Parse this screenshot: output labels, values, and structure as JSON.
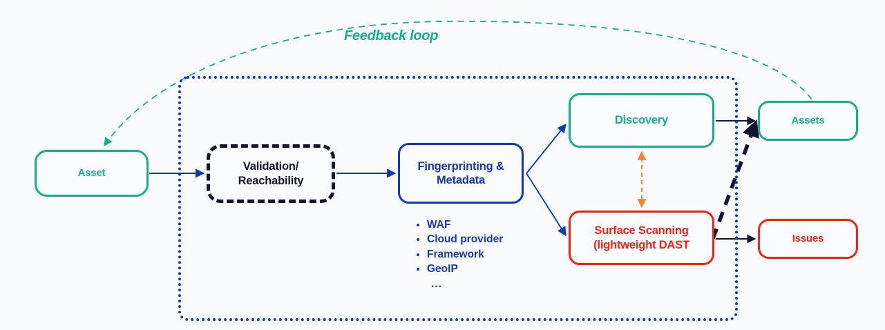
{
  "diagram": {
    "title": "Feedback loop",
    "background_color": "#f8fafc",
    "colors": {
      "green": "#14b08a",
      "blue": "#1339b5",
      "red": "#fc1f13",
      "navy": "#141432",
      "orange": "#f5843c",
      "black": "#141432"
    },
    "feedback_label": "Feedback loop",
    "nodes": {
      "asset": {
        "label": "Asset",
        "color": "#14b08a",
        "style": "solid"
      },
      "validation": {
        "label": "Validation/\nReachability",
        "color": "#141432",
        "style": "dashed"
      },
      "fingerprint": {
        "label": "Fingerprinting &\nMetadata",
        "color": "#1339b5",
        "style": "solid"
      },
      "discovery": {
        "label": "Discovery",
        "color": "#14b08a",
        "style": "solid"
      },
      "surface_scanning": {
        "label": "Surface Scanning\n(lightweight DAST",
        "color": "#fc1f13",
        "style": "solid"
      },
      "assets": {
        "label": "Assets",
        "color": "#14b08a",
        "style": "solid"
      },
      "issues": {
        "label": "Issues",
        "color": "#fc1f13",
        "style": "solid"
      }
    },
    "metadata_items": [
      "WAF",
      "Cloud provider",
      "Framework",
      "GeoIP"
    ],
    "metadata_ellipsis": "...",
    "group_container": {
      "label": "pipeline-group",
      "border_style": "dotted",
      "color": "#1339b5"
    },
    "edges": [
      {
        "name": "asset-to-validation",
        "from": "asset",
        "to": "validation",
        "color": "#1339b5",
        "style": "solid"
      },
      {
        "name": "validation-to-fingerprint",
        "from": "validation",
        "to": "fingerprint",
        "color": "#1339b5",
        "style": "solid"
      },
      {
        "name": "fingerprint-to-discovery",
        "from": "fingerprint",
        "to": "discovery",
        "color": "#1339b5",
        "style": "solid"
      },
      {
        "name": "fingerprint-to-surface-scanning",
        "from": "fingerprint",
        "to": "surface_scanning",
        "color": "#1339b5",
        "style": "solid"
      },
      {
        "name": "discovery-to-assets",
        "from": "discovery",
        "to": "assets",
        "color": "#141432",
        "style": "solid"
      },
      {
        "name": "surface-scanning-to-issues",
        "from": "surface_scanning",
        "to": "issues",
        "color": "#141432",
        "style": "solid"
      },
      {
        "name": "surface-scanning-to-assets",
        "from": "surface_scanning",
        "to": "assets",
        "color": "#141432",
        "style": "dashed"
      },
      {
        "name": "discovery-surface-scanning-link",
        "from": "surface_scanning",
        "to": "discovery",
        "color": "#f5843c",
        "style": "dashed",
        "bidirectional": true
      },
      {
        "name": "assets-to-asset-feedback",
        "from": "assets",
        "to": "asset",
        "color": "#14b08a",
        "style": "dashed"
      }
    ]
  }
}
